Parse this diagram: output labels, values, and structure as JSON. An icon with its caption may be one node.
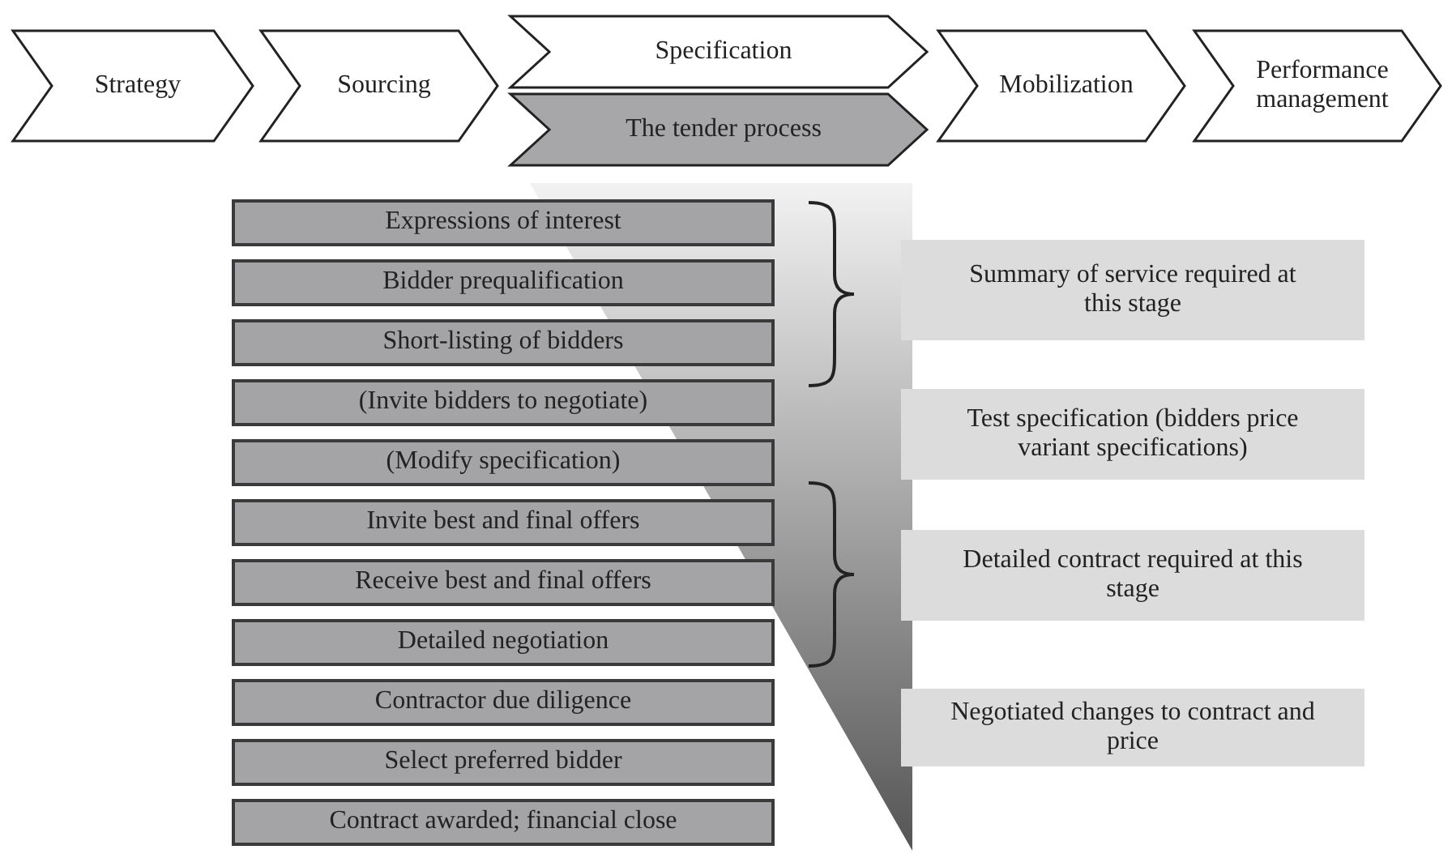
{
  "diagram": {
    "nodes": [
      {
        "text": [
          "Strategy"
        ]
      },
      {
        "text": [
          "Sourcing"
        ]
      },
      {
        "text": [
          "Specification"
        ]
      },
      {
        "text": [
          "The tender process"
        ]
      },
      {
        "text": [
          "Mobilization"
        ]
      },
      {
        "text": [
          "Performance management"
        ]
      },
      {
        "text": [
          "Expressions of interest"
        ]
      },
      {
        "text": [
          "Bidder prequalification"
        ]
      },
      {
        "text": [
          "Short-listing of bidders"
        ]
      },
      {
        "text": [
          "(Invite bidders to negotiate)"
        ]
      },
      {
        "text": [
          "(Modify specification)"
        ]
      },
      {
        "text": [
          "Invite best and final offers"
        ]
      },
      {
        "text": [
          "Receive best and final offers"
        ]
      },
      {
        "text": [
          "Detailed negotiation"
        ]
      },
      {
        "text": [
          "Contractor due diligence"
        ]
      },
      {
        "text": [
          "Select preferred bidder"
        ]
      },
      {
        "text": [
          "Contract awarded; financial close"
        ]
      },
      {
        "text": [
          "Summary of service required at this stage"
        ]
      },
      {
        "text": [
          "Test specification (bidders price variant specifications)"
        ]
      },
      {
        "text": [
          "Detailed contract required at this stage"
        ]
      },
      {
        "text": [
          "Negotiated changes to contract and price"
        ]
      }
    ]
  }
}
